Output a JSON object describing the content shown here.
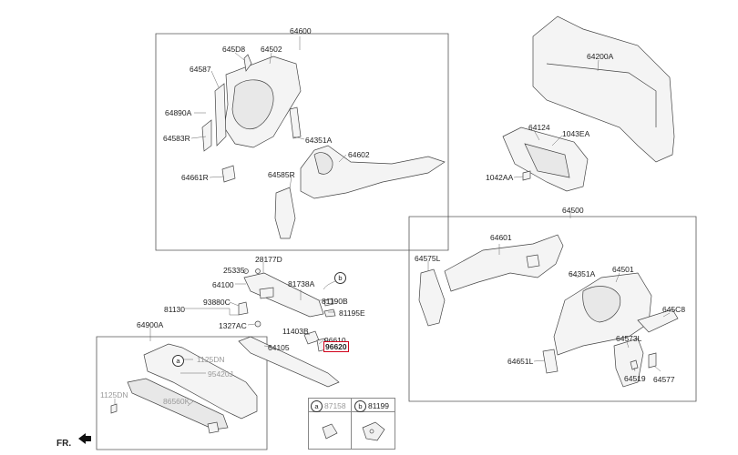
{
  "parts": {
    "p64600": "64600",
    "p645D8": "645D8",
    "p64502": "64502",
    "p64587": "64587",
    "p64890A": "64890A",
    "p64583R": "64583R",
    "p64351A_top": "64351A",
    "p64602": "64602",
    "p64585R": "64585R",
    "p64661R": "64661R",
    "p64200A": "64200A",
    "p64124": "64124",
    "p1043EA": "1043EA",
    "p1042AA": "1042AA",
    "p28177D": "28177D",
    "p25335": "25335",
    "p64100": "64100",
    "p81738A": "81738A",
    "p93880C": "93880C",
    "p81190B": "81190B",
    "p81130": "81130",
    "p81195E": "81195E",
    "p1327AC": "1327AC",
    "p11403B": "11403B",
    "p96610": "96610",
    "p96620": "96620",
    "p64105": "64105",
    "p64900A": "64900A",
    "p1125DN_a": "1125DN",
    "p95420J": "95420J",
    "p1125DN_b": "1125DN",
    "p86560K": "86560K",
    "p64500": "64500",
    "p64601": "64601",
    "p64575L": "64575L",
    "p64351A_right": "64351A",
    "p64501": "64501",
    "p645C8": "645C8",
    "p64573L": "64573L",
    "p64651L": "64651L",
    "p64519": "64519",
    "p64577": "64577",
    "circle_a": "a",
    "circle_b": "b"
  },
  "legend": {
    "a_letter": "a",
    "a_part": "87158",
    "b_letter": "b",
    "b_part": "81199"
  },
  "direction_label": "FR.",
  "highlighted_part": "96620",
  "colors": {
    "highlight": "#d0021b",
    "line": "#333333",
    "gray_text": "#9a9a9a"
  }
}
